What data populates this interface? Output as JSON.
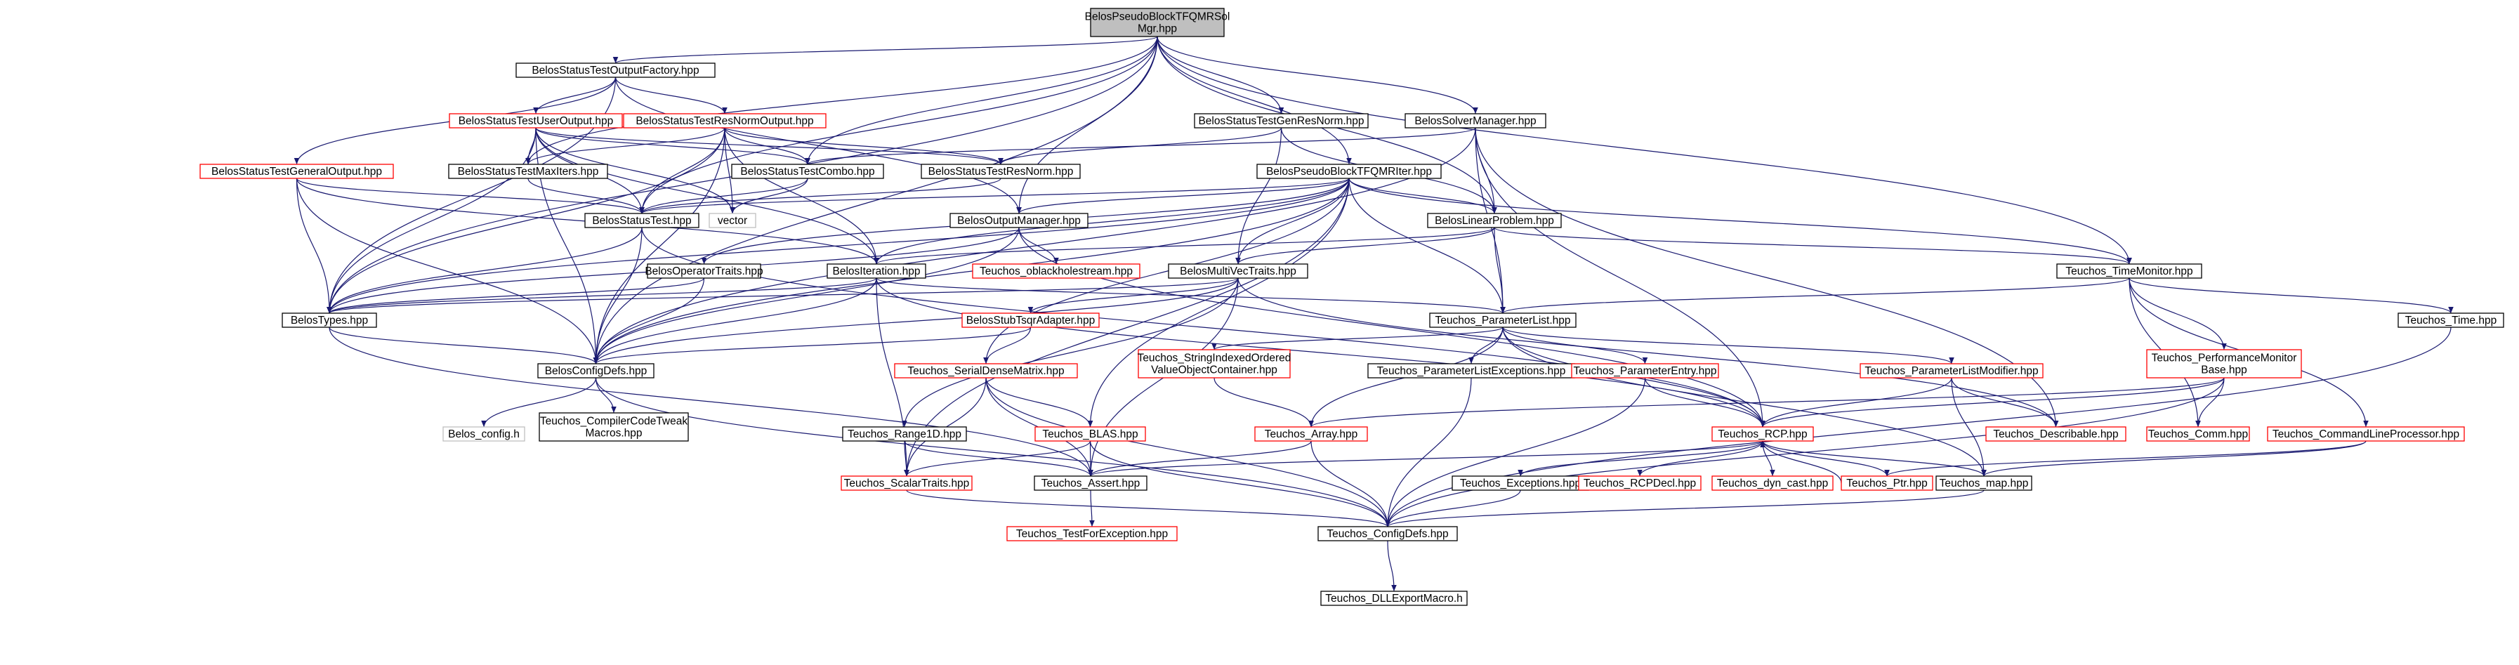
{
  "colors": {
    "edge": "#191970",
    "normal_border": "#000000",
    "red_border": "#ff0000",
    "gray_border": "#bfbfbf",
    "root_fill": "#bfbfbf",
    "text": "#000000",
    "text_gray": "#555555"
  },
  "nodes": {
    "root": {
      "lines": [
        "BelosPseudoBlockTFQMRSol",
        "Mgr.hpp"
      ],
      "style": "root"
    },
    "bsto_factory": {
      "lines": [
        "BelosStatusTestOutputFactory.hpp"
      ],
      "style": "normal"
    },
    "bst_useroutput": {
      "lines": [
        "BelosStatusTestUserOutput.hpp"
      ],
      "style": "red"
    },
    "bst_resnormoutput": {
      "lines": [
        "BelosStatusTestResNormOutput.hpp"
      ],
      "style": "red"
    },
    "bst_genresnorm": {
      "lines": [
        "BelosStatusTestGenResNorm.hpp"
      ],
      "style": "normal"
    },
    "solver_manager": {
      "lines": [
        "BelosSolverManager.hpp"
      ],
      "style": "normal"
    },
    "bst_generaloutput": {
      "lines": [
        "BelosStatusTestGeneralOutput.hpp"
      ],
      "style": "red"
    },
    "bst_maxiters": {
      "lines": [
        "BelosStatusTestMaxIters.hpp"
      ],
      "style": "normal"
    },
    "bst_combo": {
      "lines": [
        "BelosStatusTestCombo.hpp"
      ],
      "style": "normal"
    },
    "bst_resnorm": {
      "lines": [
        "BelosStatusTestResNorm.hpp"
      ],
      "style": "normal"
    },
    "tfqmr_iter": {
      "lines": [
        "BelosPseudoBlockTFQMRIter.hpp"
      ],
      "style": "normal"
    },
    "status_test": {
      "lines": [
        "BelosStatusTest.hpp"
      ],
      "style": "normal"
    },
    "vector": {
      "lines": [
        "vector"
      ],
      "style": "gray"
    },
    "output_manager": {
      "lines": [
        "BelosOutputManager.hpp"
      ],
      "style": "normal"
    },
    "linear_problem": {
      "lines": [
        "BelosLinearProblem.hpp"
      ],
      "style": "normal"
    },
    "operator_traits": {
      "lines": [
        "BelosOperatorTraits.hpp"
      ],
      "style": "normal"
    },
    "iteration": {
      "lines": [
        "BelosIteration.hpp"
      ],
      "style": "normal"
    },
    "oblackhole": {
      "lines": [
        "Teuchos_oblackholestream.hpp"
      ],
      "style": "red"
    },
    "multivec_traits": {
      "lines": [
        "BelosMultiVecTraits.hpp"
      ],
      "style": "normal"
    },
    "time_monitor": {
      "lines": [
        "Teuchos_TimeMonitor.hpp"
      ],
      "style": "normal"
    },
    "belos_types": {
      "lines": [
        "BelosTypes.hpp"
      ],
      "style": "normal"
    },
    "stub_tsqr": {
      "lines": [
        "BelosStubTsqrAdapter.hpp"
      ],
      "style": "red"
    },
    "parameter_list": {
      "lines": [
        "Teuchos_ParameterList.hpp"
      ],
      "style": "normal"
    },
    "teuchos_time": {
      "lines": [
        "Teuchos_Time.hpp"
      ],
      "style": "normal"
    },
    "config_defs": {
      "lines": [
        "BelosConfigDefs.hpp"
      ],
      "style": "normal"
    },
    "serial_dense": {
      "lines": [
        "Teuchos_SerialDenseMatrix.hpp"
      ],
      "style": "red"
    },
    "string_indexed": {
      "lines": [
        "Teuchos_StringIndexedOrdered",
        "ValueObjectContainer.hpp"
      ],
      "style": "red"
    },
    "param_list_exceptions": {
      "lines": [
        "Teuchos_ParameterListExceptions.hpp"
      ],
      "style": "normal"
    },
    "param_entry": {
      "lines": [
        "Teuchos_ParameterEntry.hpp"
      ],
      "style": "red"
    },
    "param_list_modifier": {
      "lines": [
        "Teuchos_ParameterListModifier.hpp"
      ],
      "style": "red"
    },
    "perf_monitor": {
      "lines": [
        "Teuchos_PerformanceMonitor",
        "Base.hpp"
      ],
      "style": "red"
    },
    "belos_config": {
      "lines": [
        "Belos_config.h"
      ],
      "style": "gray"
    },
    "compiler_tweak": {
      "lines": [
        "Teuchos_CompilerCodeTweak",
        "Macros.hpp"
      ],
      "style": "normal"
    },
    "range1d": {
      "lines": [
        "Teuchos_Range1D.hpp"
      ],
      "style": "normal"
    },
    "blas": {
      "lines": [
        "Teuchos_BLAS.hpp"
      ],
      "style": "red"
    },
    "teuchos_array": {
      "lines": [
        "Teuchos_Array.hpp"
      ],
      "style": "red"
    },
    "rcp": {
      "lines": [
        "Teuchos_RCP.hpp"
      ],
      "style": "red"
    },
    "describable": {
      "lines": [
        "Teuchos_Describable.hpp"
      ],
      "style": "red"
    },
    "teuchos_comm": {
      "lines": [
        "Teuchos_Comm.hpp"
      ],
      "style": "red"
    },
    "cmdline": {
      "lines": [
        "Teuchos_CommandLineProcessor.hpp"
      ],
      "style": "red"
    },
    "scalar_traits": {
      "lines": [
        "Teuchos_ScalarTraits.hpp"
      ],
      "style": "red"
    },
    "teuchos_assert": {
      "lines": [
        "Teuchos_Assert.hpp"
      ],
      "style": "normal"
    },
    "teuchos_exceptions": {
      "lines": [
        "Teuchos_Exceptions.hpp"
      ],
      "style": "normal"
    },
    "rcpdecl": {
      "lines": [
        "Teuchos_RCPDecl.hpp"
      ],
      "style": "red"
    },
    "dyn_cast": {
      "lines": [
        "Teuchos_dyn_cast.hpp"
      ],
      "style": "red"
    },
    "teuchos_ptr": {
      "lines": [
        "Teuchos_Ptr.hpp"
      ],
      "style": "red"
    },
    "teuchos_map": {
      "lines": [
        "Teuchos_map.hpp"
      ],
      "style": "normal"
    },
    "test_for_exception": {
      "lines": [
        "Teuchos_TestForException.hpp"
      ],
      "style": "red"
    },
    "teuchos_config": {
      "lines": [
        "Teuchos_ConfigDefs.hpp"
      ],
      "style": "normal"
    },
    "dll_export": {
      "lines": [
        "Teuchos_DLLExportMacro.h"
      ],
      "style": "normal"
    }
  },
  "edges": [
    [
      "root",
      "bsto_factory"
    ],
    [
      "root",
      "bst_combo"
    ],
    [
      "root",
      "bst_genresnorm"
    ],
    [
      "root",
      "solver_manager"
    ],
    [
      "root",
      "tfqmr_iter"
    ],
    [
      "root",
      "status_test"
    ],
    [
      "root",
      "output_manager"
    ],
    [
      "root",
      "linear_problem"
    ],
    [
      "root",
      "belos_types"
    ],
    [
      "root",
      "bst_maxiters"
    ],
    [
      "root",
      "config_defs"
    ],
    [
      "root",
      "time_monitor"
    ],
    [
      "bsto_factory",
      "bst_useroutput"
    ],
    [
      "bsto_factory",
      "bst_resnormoutput"
    ],
    [
      "bsto_factory",
      "bst_generaloutput"
    ],
    [
      "bsto_factory",
      "belos_types"
    ],
    [
      "bsto_factory",
      "output_manager"
    ],
    [
      "bst_useroutput",
      "bst_maxiters"
    ],
    [
      "bst_useroutput",
      "bst_combo"
    ],
    [
      "bst_useroutput",
      "bst_resnorm"
    ],
    [
      "bst_useroutput",
      "status_test"
    ],
    [
      "bst_useroutput",
      "belos_types"
    ],
    [
      "bst_useroutput",
      "config_defs"
    ],
    [
      "bst_useroutput",
      "iteration"
    ],
    [
      "bst_useroutput",
      "vector"
    ],
    [
      "bst_resnormoutput",
      "bst_maxiters"
    ],
    [
      "bst_resnormoutput",
      "bst_combo"
    ],
    [
      "bst_resnormoutput",
      "bst_resnorm"
    ],
    [
      "bst_resnormoutput",
      "status_test"
    ],
    [
      "bst_resnormoutput",
      "belos_types"
    ],
    [
      "bst_resnormoutput",
      "config_defs"
    ],
    [
      "bst_resnormoutput",
      "iteration"
    ],
    [
      "bst_resnormoutput",
      "vector"
    ],
    [
      "bst_genresnorm",
      "bst_resnorm"
    ],
    [
      "bst_genresnorm",
      "multivec_traits"
    ],
    [
      "bst_genresnorm",
      "linear_problem"
    ],
    [
      "solver_manager",
      "bst_combo"
    ],
    [
      "solver_manager",
      "linear_problem"
    ],
    [
      "solver_manager",
      "parameter_list"
    ],
    [
      "solver_manager",
      "config_defs"
    ],
    [
      "solver_manager",
      "rcp"
    ],
    [
      "solver_manager",
      "describable"
    ],
    [
      "bst_generaloutput",
      "status_test"
    ],
    [
      "bst_generaloutput",
      "belos_types"
    ],
    [
      "bst_generaloutput",
      "config_defs"
    ],
    [
      "bst_generaloutput",
      "iteration"
    ],
    [
      "bst_maxiters",
      "status_test"
    ],
    [
      "bst_combo",
      "status_test"
    ],
    [
      "bst_combo",
      "vector"
    ],
    [
      "bst_resnorm",
      "status_test"
    ],
    [
      "tfqmr_iter",
      "status_test"
    ],
    [
      "tfqmr_iter",
      "output_manager"
    ],
    [
      "tfqmr_iter",
      "linear_problem"
    ],
    [
      "tfqmr_iter",
      "operator_traits"
    ],
    [
      "tfqmr_iter",
      "iteration"
    ],
    [
      "tfqmr_iter",
      "multivec_traits"
    ],
    [
      "tfqmr_iter",
      "belos_types"
    ],
    [
      "tfqmr_iter",
      "config_defs"
    ],
    [
      "tfqmr_iter",
      "serial_dense"
    ],
    [
      "tfqmr_iter",
      "parameter_list"
    ],
    [
      "tfqmr_iter",
      "time_monitor"
    ],
    [
      "tfqmr_iter",
      "blas"
    ],
    [
      "tfqmr_iter",
      "scalar_traits"
    ],
    [
      "status_test",
      "belos_types"
    ],
    [
      "status_test",
      "config_defs"
    ],
    [
      "status_test",
      "rcp"
    ],
    [
      "output_manager",
      "config_defs"
    ],
    [
      "output_manager",
      "belos_types"
    ],
    [
      "output_manager",
      "oblackhole"
    ],
    [
      "output_manager",
      "rcp"
    ],
    [
      "linear_problem",
      "multivec_traits"
    ],
    [
      "linear_problem",
      "parameter_list"
    ],
    [
      "linear_problem",
      "time_monitor"
    ],
    [
      "linear_problem",
      "iteration"
    ],
    [
      "operator_traits",
      "belos_types"
    ],
    [
      "operator_traits",
      "config_defs"
    ],
    [
      "iteration",
      "belos_types"
    ],
    [
      "iteration",
      "config_defs"
    ],
    [
      "iteration",
      "parameter_list"
    ],
    [
      "iteration",
      "rcp"
    ],
    [
      "iteration",
      "scalar_traits"
    ],
    [
      "multivec_traits",
      "belos_types"
    ],
    [
      "multivec_traits",
      "stub_tsqr"
    ],
    [
      "multivec_traits",
      "config_defs"
    ],
    [
      "multivec_traits",
      "range1d"
    ],
    [
      "multivec_traits",
      "teuchos_assert"
    ],
    [
      "multivec_traits",
      "describable"
    ],
    [
      "time_monitor",
      "parameter_list"
    ],
    [
      "time_monitor",
      "teuchos_time"
    ],
    [
      "time_monitor",
      "perf_monitor"
    ],
    [
      "time_monitor",
      "teuchos_comm"
    ],
    [
      "time_monitor",
      "cmdline"
    ],
    [
      "belos_types",
      "config_defs"
    ],
    [
      "belos_types",
      "teuchos_assert"
    ],
    [
      "stub_tsqr",
      "config_defs"
    ],
    [
      "stub_tsqr",
      "serial_dense"
    ],
    [
      "parameter_list",
      "string_indexed"
    ],
    [
      "parameter_list",
      "param_list_exceptions"
    ],
    [
      "parameter_list",
      "param_entry"
    ],
    [
      "parameter_list",
      "param_list_modifier"
    ],
    [
      "parameter_list",
      "teuchos_array"
    ],
    [
      "parameter_list",
      "rcp"
    ],
    [
      "parameter_list",
      "teuchos_map"
    ],
    [
      "teuchos_time",
      "teuchos_config"
    ],
    [
      "config_defs",
      "belos_config"
    ],
    [
      "config_defs",
      "compiler_tweak"
    ],
    [
      "config_defs",
      "teuchos_config"
    ],
    [
      "serial_dense",
      "blas"
    ],
    [
      "serial_dense",
      "scalar_traits"
    ],
    [
      "serial_dense",
      "teuchos_assert"
    ],
    [
      "serial_dense",
      "teuchos_config"
    ],
    [
      "string_indexed",
      "teuchos_array"
    ],
    [
      "param_list_exceptions",
      "teuchos_config"
    ],
    [
      "param_entry",
      "rcp"
    ],
    [
      "param_entry",
      "teuchos_config"
    ],
    [
      "param_list_modifier",
      "rcp"
    ],
    [
      "param_list_modifier",
      "describable"
    ],
    [
      "param_list_modifier",
      "teuchos_map"
    ],
    [
      "perf_monitor",
      "rcp"
    ],
    [
      "perf_monitor",
      "teuchos_array"
    ],
    [
      "perf_monitor",
      "teuchos_comm"
    ],
    [
      "perf_monitor",
      "teuchos_config"
    ],
    [
      "range1d",
      "scalar_traits"
    ],
    [
      "range1d",
      "teuchos_assert"
    ],
    [
      "blas",
      "scalar_traits"
    ],
    [
      "blas",
      "teuchos_assert"
    ],
    [
      "blas",
      "teuchos_config"
    ],
    [
      "teuchos_array",
      "teuchos_assert"
    ],
    [
      "teuchos_array",
      "teuchos_config"
    ],
    [
      "rcp",
      "teuchos_assert"
    ],
    [
      "rcp",
      "teuchos_exceptions"
    ],
    [
      "rcp",
      "rcpdecl"
    ],
    [
      "rcp",
      "dyn_cast"
    ],
    [
      "rcp",
      "teuchos_ptr"
    ],
    [
      "rcp",
      "teuchos_map"
    ],
    [
      "teuchos_ptr",
      "rcp"
    ],
    [
      "cmdline",
      "teuchos_ptr"
    ],
    [
      "cmdline",
      "teuchos_map"
    ],
    [
      "scalar_traits",
      "teuchos_config"
    ],
    [
      "teuchos_assert",
      "test_for_exception"
    ],
    [
      "teuchos_exceptions",
      "teuchos_config"
    ],
    [
      "teuchos_map",
      "teuchos_config"
    ],
    [
      "teuchos_config",
      "dll_export"
    ]
  ]
}
